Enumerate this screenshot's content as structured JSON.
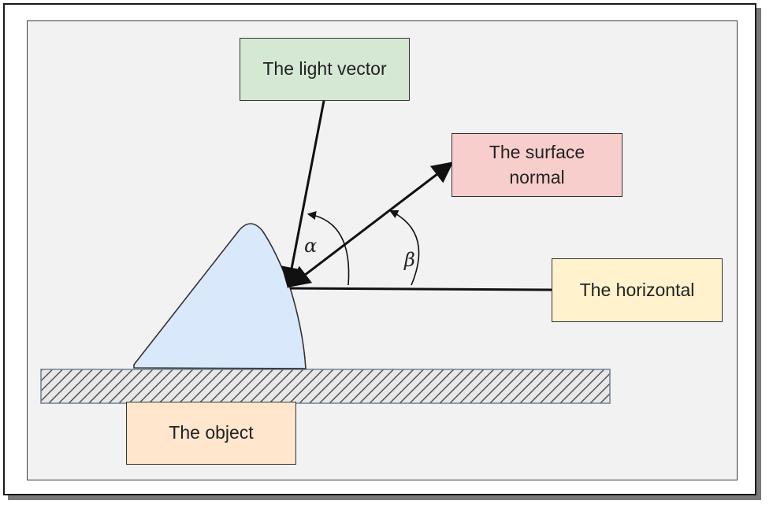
{
  "labels": {
    "light_vector": "The light vector",
    "surface_normal": "The surface normal",
    "horizontal": "The horizontal",
    "object": "The object"
  },
  "angles": {
    "alpha": "α",
    "beta": "β"
  },
  "colors": {
    "light_vector_box": "#d5e8d4",
    "surface_normal_box": "#f8cecc",
    "horizontal_box": "#fff2cc",
    "object_box": "#ffe6cc",
    "object_fill": "#dae8fc",
    "canvas": "#f2f2f2"
  }
}
